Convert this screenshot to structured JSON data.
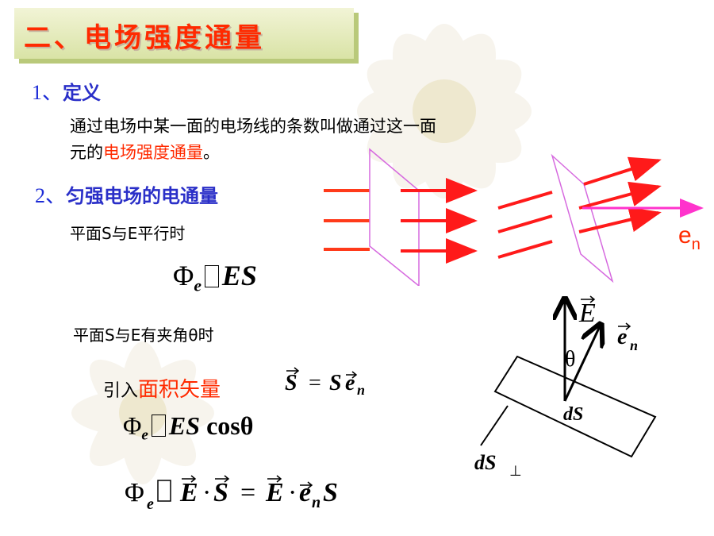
{
  "title": "二、电场强度通量",
  "section1": {
    "number": "1、",
    "label": "定义"
  },
  "definition": {
    "line1": "通过电场中某一面的电场线的条数叫做通过这一面",
    "line2_prefix": "元的",
    "line2_highlight": "电场强度通量",
    "line2_suffix": "。"
  },
  "section2": {
    "number": "2、",
    "label": "匀强电场的电通量"
  },
  "case_parallel": "平面S与E平行时",
  "case_angle": "平面S与E有夹角θ时",
  "intro_prefix": "引入",
  "intro_highlight": "面积矢量",
  "formulas": {
    "phi": "Φ",
    "sub_e": "e",
    "es": "ES",
    "cos": "cosθ",
    "S": "S",
    "eq": "=",
    "dot": "·",
    "E": "E",
    "e": "e",
    "n": "n"
  },
  "figure_labels": {
    "en_label_main": "e",
    "en_label_sub": "n",
    "E_label": "E",
    "theta": "θ",
    "en_vec_main": "e",
    "en_vec_sub": "n",
    "dS": "dS",
    "dS_perp_main": "dS",
    "dS_perp_sub": "⊥"
  },
  "colors": {
    "title": "#ff2a00",
    "section": "#2a2fc8",
    "field_line": "#ff1a1a",
    "plane": "#d66adf",
    "normal": "#ff33cc"
  }
}
